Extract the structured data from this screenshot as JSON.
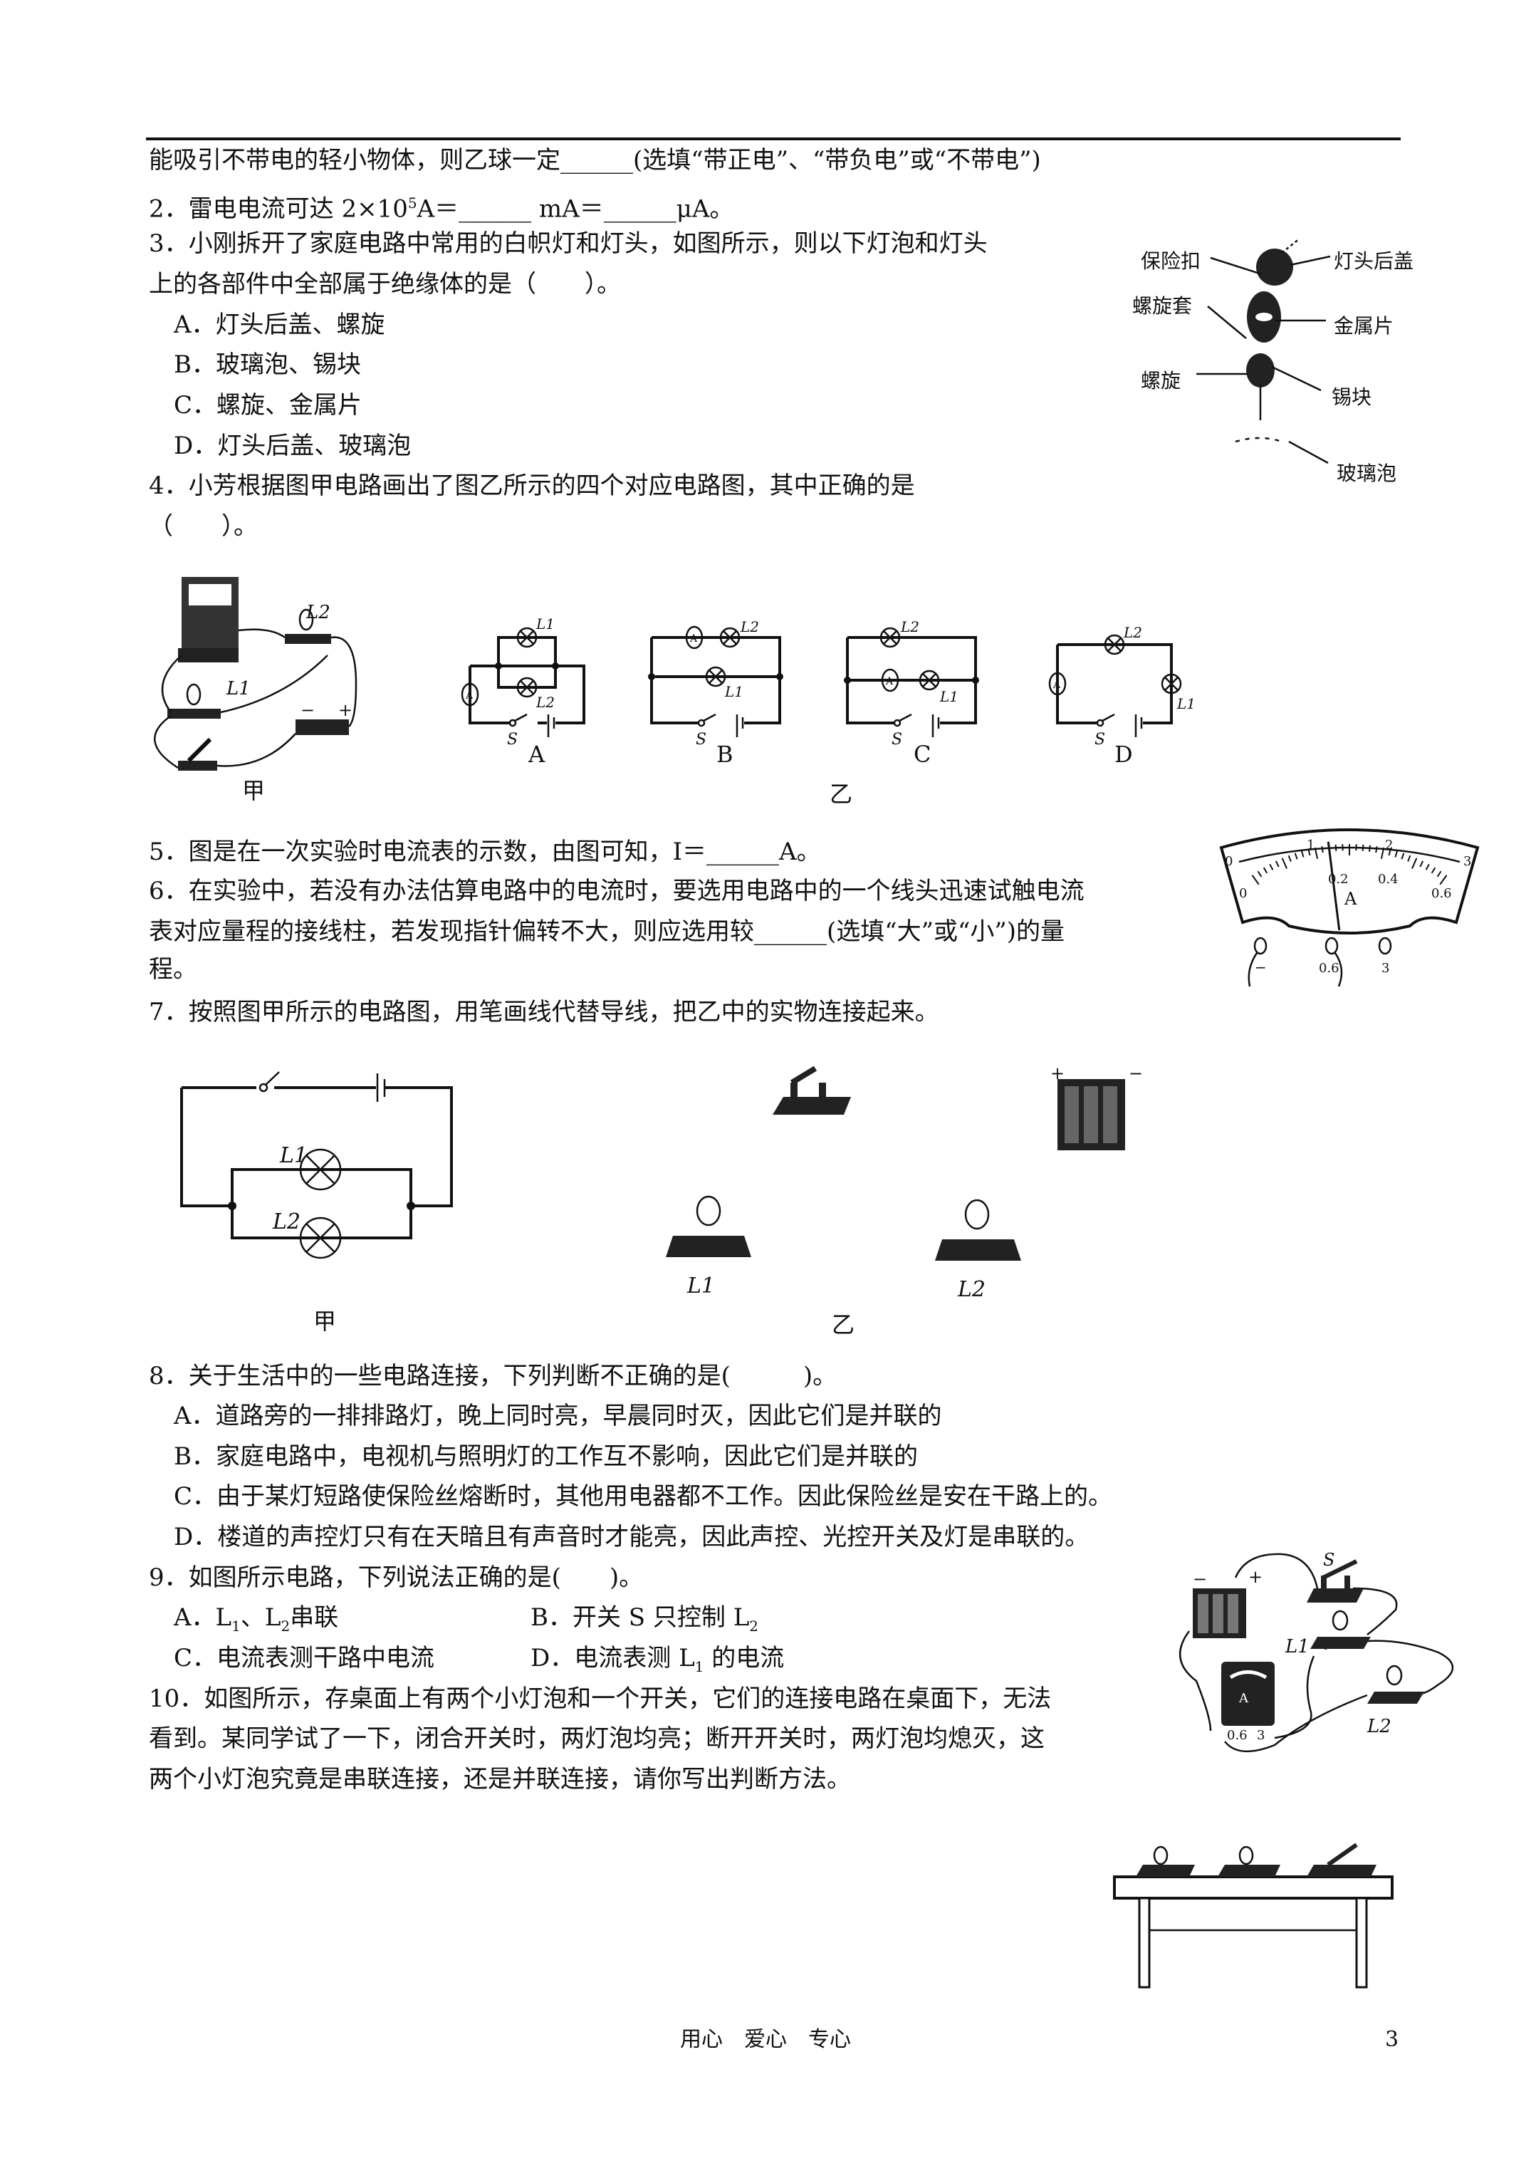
{
  "q1_tail": "能吸引不带电的轻小物体，则乙球一定______(选填“带正电”、“带负电”或“不带电”)",
  "q2": {
    "pre": "2．雷电电流可达 2×10",
    "sup": "5",
    "post": "A＝______ mA＝______μA。"
  },
  "q3": {
    "lines": [
      "3．小刚拆开了家庭电路中常用的白帜灯和灯头，如图所示，则以下灯泡和灯头",
      "上的各部件中全部属于绝缘体的是（　　）。"
    ],
    "options": [
      "A．灯头后盖、螺旋",
      "B．玻璃泡、锡块",
      "C．螺旋、金属片",
      "D．灯头后盖、玻璃泡"
    ],
    "figure_labels": {
      "baoxiankou": "保险扣",
      "houghai": "灯头后盖",
      "luoxuantao": "螺旋套",
      "jinshupian": "金属片",
      "luoxuan": "螺旋",
      "xikuai": "锡块",
      "bolipao": "玻璃泡"
    }
  },
  "q4": {
    "lines": [
      "4．小芳根据图甲电路画出了图乙所示的四个对应电路图，其中正确的是",
      "（　　）。"
    ],
    "fig_jia": "甲",
    "fig_yi": "乙",
    "circuit_labels": [
      "A",
      "B",
      "C",
      "D"
    ],
    "L1": "L1",
    "L2": "L2",
    "S": "S",
    "ammeter": "A",
    "minus": "−",
    "plus": "+"
  },
  "q5": {
    "text": "5．图是在一次实验时电流表的示数，由图可知，I＝______A。",
    "dial": {
      "top_scale": [
        "0",
        "1",
        "2",
        "3"
      ],
      "bottom_scale": [
        "0",
        "0.2",
        "0.4",
        "0.6"
      ],
      "unit": "A",
      "terminals": [
        "−",
        "0.6",
        "3"
      ],
      "reading_fraction": 0.4
    }
  },
  "q6": {
    "lines": [
      "6．在实验中，若没有办法估算电路中的电流时，要选用电路中的一个线头迅速试触电流",
      "表对应量程的接线柱，若发现指针偏转不大，则应选用较______(选填“大”或“小”)的量",
      "程。"
    ]
  },
  "q7": {
    "text": "7．按照图甲所示的电路图，用笔画线代替导线，把乙中的实物连接起来。",
    "fig_jia": "甲",
    "fig_yi": "乙",
    "L1": "L1",
    "L2": "L2",
    "plus": "+",
    "minus": "−"
  },
  "q8": {
    "text": "8．关于生活中的一些电路连接，下列判断不正确的是(　　　)。",
    "options": [
      "A．道路旁的一排排路灯，晚上同时亮，早晨同时灭，因此它们是并联的",
      "B．家庭电路中，电视机与照明灯的工作互不影响，因此它们是并联的",
      "C．由于某灯短路使保险丝熔断时，其他用电器都不工作。因此保险丝是安在干路上的。",
      "D．楼道的声控灯只有在天暗且有声音时才能亮，因此声控、光控开关及灯是串联的。"
    ]
  },
  "q9": {
    "text": "9．如图所示电路，下列说法正确的是(　　)。",
    "optA": {
      "a": "A．L",
      "s1": "1",
      "b": "、L",
      "s2": "2",
      "c": "串联"
    },
    "optB": {
      "a": "B．开关 S 只控制 L",
      "s1": "2"
    },
    "optC": "C．电流表测干路中电流",
    "optD": {
      "a": "D．电流表测 L",
      "s1": "1",
      "b": " 的电流"
    },
    "fig": {
      "S": "S",
      "L1": "L1",
      "L2": "L2",
      "minus": "−",
      "plus": "+",
      "ammeter": "A",
      "t06": "0.6",
      "t3": "3"
    }
  },
  "q10": {
    "lines": [
      "10．如图所示，存桌面上有两个小灯泡和一个开关，它们的连接电路在桌面下，无法",
      "看到。某同学试了一下，闭合开关时，两灯泡均亮；断开开关时，两灯泡均熄灭，这",
      "两个小灯泡究竟是串联连接，还是并联连接，请你写出判断方法。"
    ]
  },
  "footer": {
    "motto": "用心　爱心　专心",
    "page": "3"
  }
}
